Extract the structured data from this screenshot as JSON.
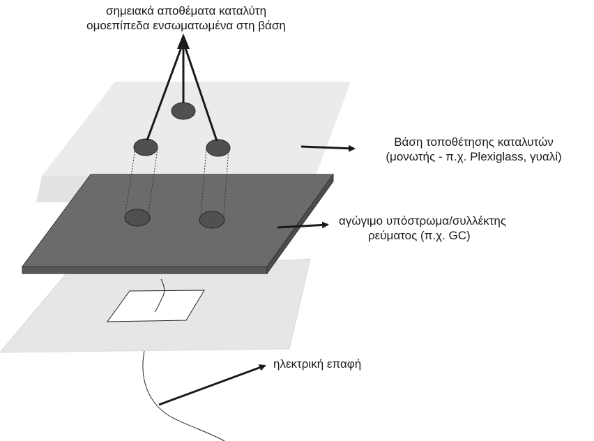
{
  "labels": {
    "catalyst_deposits": {
      "line1": "σημειακά αποθέματα καταλύτη",
      "line2": "ομοεπίπεδα ενσωματωμένα στη βάση"
    },
    "base": {
      "line1": "Βάση τοποθέτησης καταλυτών",
      "line2": "(μονωτής - π.χ. Plexiglass, γυαλί)"
    },
    "substrate": {
      "line1": "αγώγιμο υπόστρωμα/συλλέκτης",
      "line2": "ρεύματος (π.χ. GC)"
    },
    "contact": "ηλεκτρική επαφή"
  },
  "colors": {
    "top_plate": "#ebebeb",
    "top_plate_edge": "#e0e0e0",
    "substrate_top": "#6b6b6b",
    "substrate_side": "#555555",
    "bottom_sheet": "#e6e6e6",
    "contact_pad": "#ffffff",
    "dot": "#505050",
    "arrow": "#1a1a1a"
  }
}
